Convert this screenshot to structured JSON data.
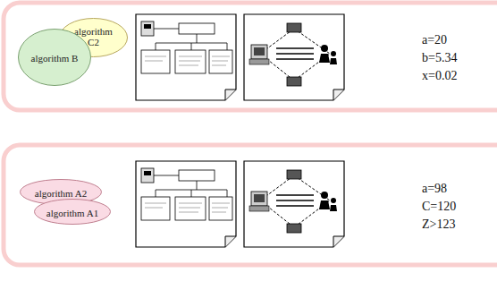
{
  "diagram": {
    "nodes": [
      {
        "text": [
          "algorithm C2"
        ]
      },
      {
        "text": [
          "algorithm B"
        ]
      },
      {
        "text": [
          "algorithm A2"
        ]
      },
      {
        "text": [
          "algorithm A1"
        ]
      }
    ],
    "labels": [
      "a=20",
      "b=5.34",
      "x=0.02",
      "a=98",
      "C=120",
      "Z>123"
    ]
  }
}
